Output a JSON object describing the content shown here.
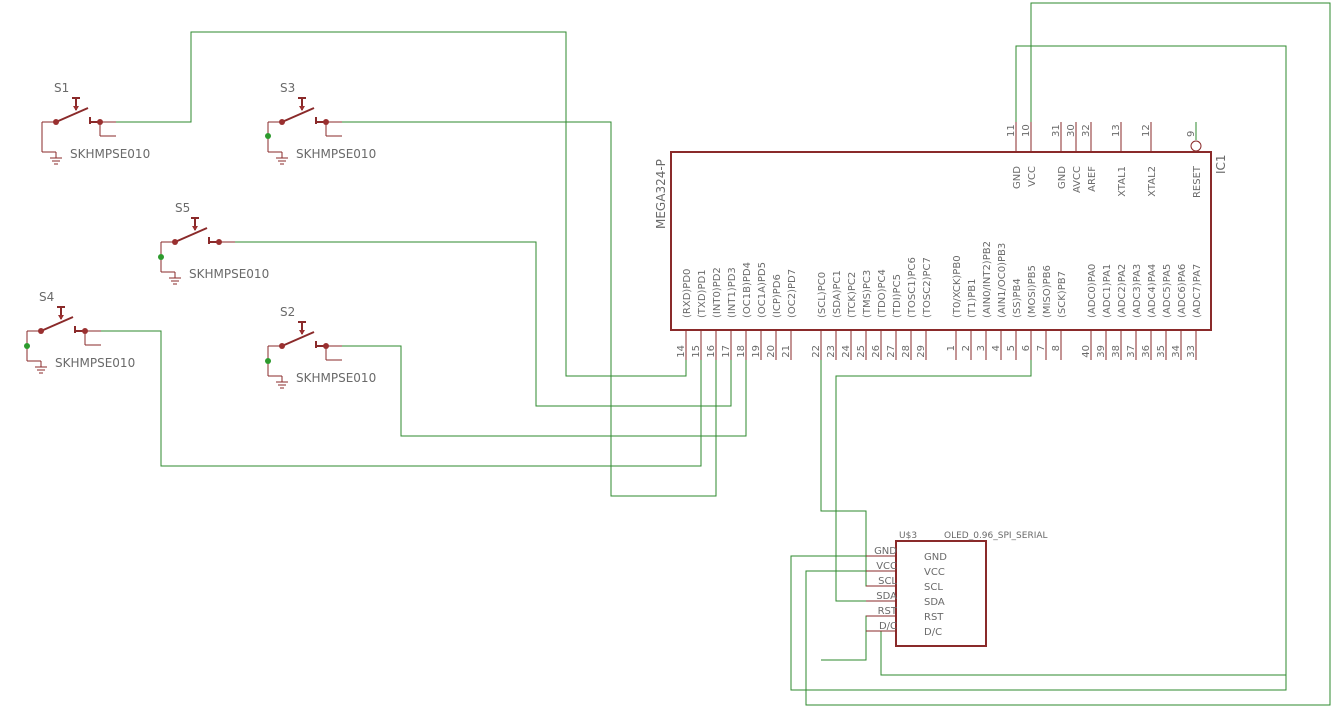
{
  "switches": [
    {
      "ref": "S1",
      "value": "SKHMPSE010"
    },
    {
      "ref": "S3",
      "value": "SKHMPSE010"
    },
    {
      "ref": "S5",
      "value": "SKHMPSE010"
    },
    {
      "ref": "S4",
      "value": "SKHMPSE010"
    },
    {
      "ref": "S2",
      "value": "SKHMPSE010"
    }
  ],
  "ic": {
    "name": "IC1",
    "value": "MEGA324-P",
    "top_pins": [
      {
        "num": "11",
        "name": "GND"
      },
      {
        "num": "10",
        "name": "VCC"
      },
      {
        "num": "31",
        "name": "GND"
      },
      {
        "num": "30",
        "name": "AVCC"
      },
      {
        "num": "32",
        "name": "AREF"
      },
      {
        "num": "13",
        "name": "XTAL1"
      },
      {
        "num": "12",
        "name": "XTAL2"
      },
      {
        "num": "9",
        "name": "RESET"
      }
    ],
    "bottom_pins": [
      {
        "num": "14",
        "name": "(RXD)PD0"
      },
      {
        "num": "15",
        "name": "(TXD)PD1"
      },
      {
        "num": "16",
        "name": "(INT0)PD2"
      },
      {
        "num": "17",
        "name": "(INT1)PD3"
      },
      {
        "num": "18",
        "name": "(OC1B)PD4"
      },
      {
        "num": "19",
        "name": "(OC1A)PD5"
      },
      {
        "num": "20",
        "name": "(ICP)PD6"
      },
      {
        "num": "21",
        "name": "(OC2)PD7"
      },
      {
        "num": "22",
        "name": "(SCL)PC0"
      },
      {
        "num": "23",
        "name": "(SDA)PC1"
      },
      {
        "num": "24",
        "name": "(TCK)PC2"
      },
      {
        "num": "25",
        "name": "(TMS)PC3"
      },
      {
        "num": "26",
        "name": "(TDO)PC4"
      },
      {
        "num": "27",
        "name": "(TDI)PC5"
      },
      {
        "num": "28",
        "name": "(TOSC1)PC6"
      },
      {
        "num": "29",
        "name": "(TOSC2)PC7"
      },
      {
        "num": "1",
        "name": "(T0/XCK)PB0"
      },
      {
        "num": "2",
        "name": "(T1)PB1"
      },
      {
        "num": "3",
        "name": "(AIN0/INT2)PB2"
      },
      {
        "num": "4",
        "name": "(AIN1/OC0)PB3"
      },
      {
        "num": "5",
        "name": "(SS)PB4"
      },
      {
        "num": "6",
        "name": "(MOSI)PB5"
      },
      {
        "num": "7",
        "name": "(MISO)PB6"
      },
      {
        "num": "8",
        "name": "(SCK)PB7"
      },
      {
        "num": "40",
        "name": "(ADC0)PA0"
      },
      {
        "num": "39",
        "name": "(ADC1)PA1"
      },
      {
        "num": "38",
        "name": "(ADC2)PA2"
      },
      {
        "num": "37",
        "name": "(ADC3)PA3"
      },
      {
        "num": "36",
        "name": "(ADC4)PA4"
      },
      {
        "num": "35",
        "name": "(ADC5)PA5"
      },
      {
        "num": "34",
        "name": "(ADC6)PA6"
      },
      {
        "num": "33",
        "name": "(ADC7)PA7"
      }
    ]
  },
  "oled": {
    "ref": "U$3",
    "value": "OLED_0.96_SPI_SERIAL",
    "pins": [
      "GND",
      "VCC",
      "SCL",
      "SDA",
      "RST",
      "D/C"
    ]
  },
  "colors": {
    "wire": "#2d8a2d",
    "part": "#8a2a2a",
    "text": "#6a6a6a"
  }
}
